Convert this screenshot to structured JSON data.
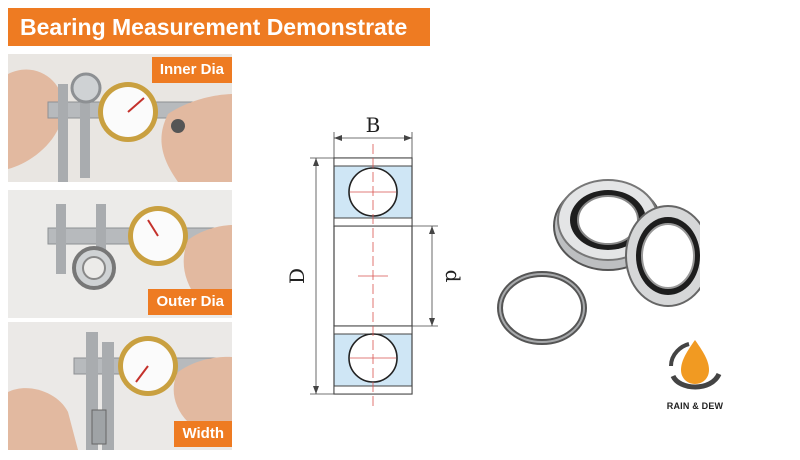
{
  "title": "Bearing Measurement Demonstrate",
  "photos": [
    {
      "label": "Inner Dia"
    },
    {
      "label": "Outer Dia"
    },
    {
      "label": "Width"
    }
  ],
  "diagram": {
    "label_width": "B",
    "label_outer": "D",
    "label_inner": "d"
  },
  "logo": {
    "text": "RAIN & DEW"
  },
  "colors": {
    "accent": "#ee7b22",
    "ring_fill": "#cfe6f5"
  }
}
